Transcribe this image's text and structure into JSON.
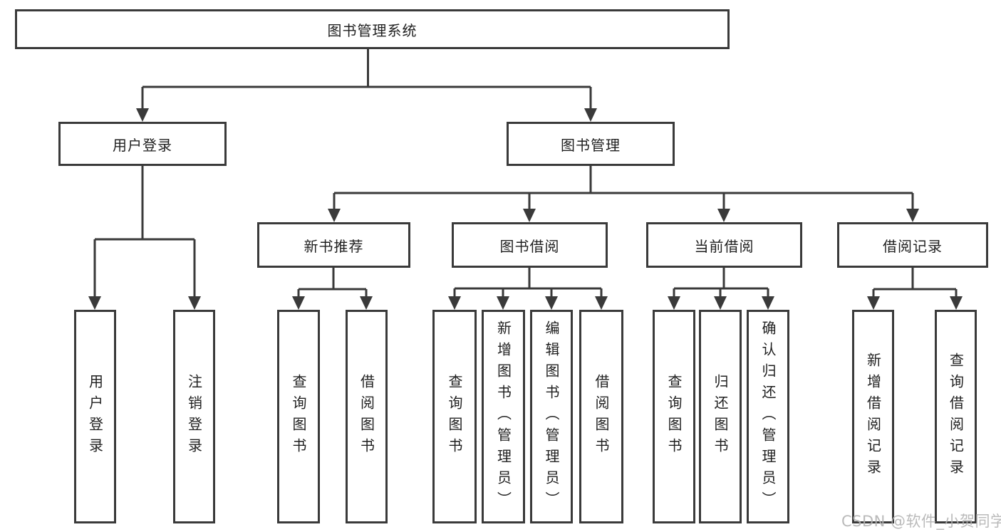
{
  "tree": {
    "root": "图书管理系统",
    "branches": [
      {
        "label": "用户登录",
        "children": [
          "用户登录",
          "注销登录"
        ]
      },
      {
        "label": "图书管理",
        "groups": [
          {
            "label": "新书推荐",
            "children": [
              "查询图书",
              "借阅图书"
            ]
          },
          {
            "label": "图书借阅",
            "children": [
              "查询图书",
              "新增图书（管理员）",
              "编辑图书（管理员）",
              "借阅图书"
            ]
          },
          {
            "label": "当前借阅",
            "children": [
              "查询图书",
              "归还图书",
              "确认归还（管理员）"
            ]
          },
          {
            "label": "借阅记录",
            "children": [
              "新增借阅记录",
              "查询借阅记录"
            ]
          }
        ]
      }
    ]
  },
  "watermark": "CSDN @软件_小贺同学",
  "colors": {
    "line": "#3a3a3a",
    "text": "#1f1f1f",
    "background": "#ffffff",
    "watermark": "#b2b2b2"
  }
}
